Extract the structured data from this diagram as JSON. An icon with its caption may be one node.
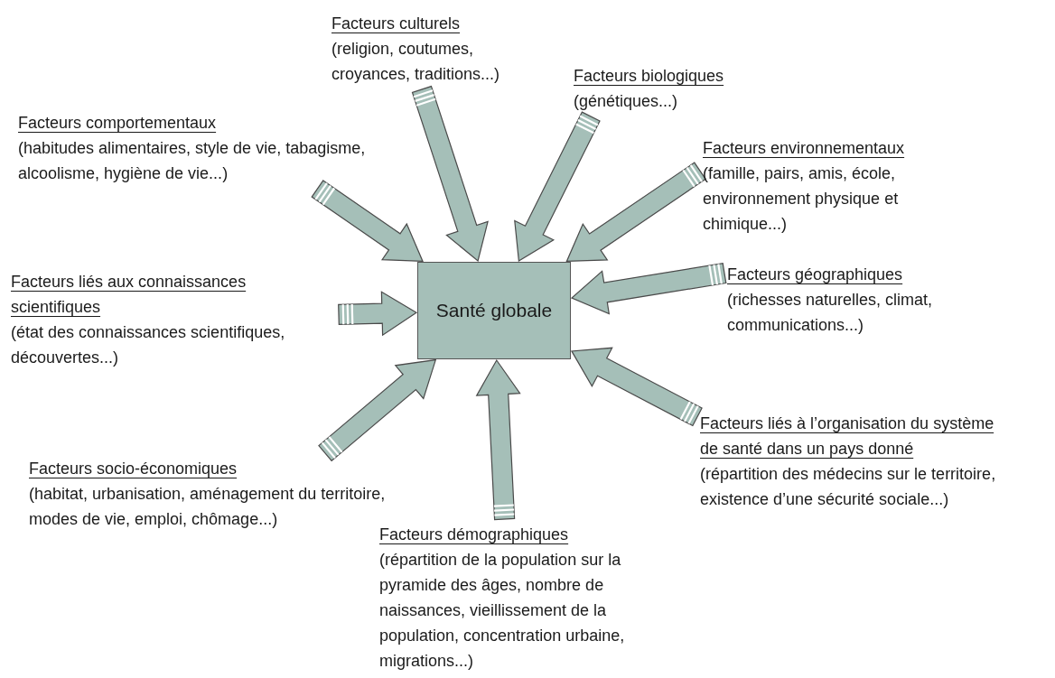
{
  "diagram": {
    "nodes": [
      {
        "text": [
          "Santé globale"
        ]
      },
      {
        "text": [
          "Facteurs culturels",
          "(religion, coutumes, croyances, traditions...)"
        ]
      },
      {
        "text": [
          "Facteurs biologiques",
          "(génétiques...)"
        ]
      },
      {
        "text": [
          "Facteurs comportementaux",
          "(habitudes alimentaires, style de vie, tabagisme, alcoolisme, hygiène de vie...)"
        ]
      },
      {
        "text": [
          "Facteurs environnementaux",
          "(famille, pairs, amis, école, environnement physique et chimique...)"
        ]
      },
      {
        "text": [
          "Facteurs liés aux connaissances scientifiques",
          "(état des connaissances scientifiques, découvertes...)"
        ]
      },
      {
        "text": [
          "Facteurs géographiques",
          "(richesses naturelles, climat, communications...)"
        ]
      },
      {
        "text": [
          "Facteurs liés à l’organisation du système de santé dans un pays donné",
          "(répartition des médecins sur le territoire, existence d’une sécurité sociale...)"
        ]
      },
      {
        "text": [
          "Facteurs socio-économiques",
          "(habitat, urbanisation, aménagement du territoire, modes de vie, emploi, chômage...)"
        ]
      },
      {
        "text": [
          "Facteurs démographiques",
          "(répartition de la population sur la pyramide des âges, nombre de naissances, vieillissement de la population, concentration urbaine, migrations...)"
        ]
      }
    ],
    "edges": [
      {
        "from": 1,
        "to": 0,
        "arrow": "to"
      },
      {
        "from": 2,
        "to": 0,
        "arrow": "to"
      },
      {
        "from": 3,
        "to": 0,
        "arrow": "to"
      },
      {
        "from": 4,
        "to": 0,
        "arrow": "to"
      },
      {
        "from": 5,
        "to": 0,
        "arrow": "to"
      },
      {
        "from": 6,
        "to": 0,
        "arrow": "to"
      },
      {
        "from": 7,
        "to": 0,
        "arrow": "to"
      },
      {
        "from": 8,
        "to": 0,
        "arrow": "to"
      },
      {
        "from": 9,
        "to": 0,
        "arrow": "to"
      }
    ]
  }
}
